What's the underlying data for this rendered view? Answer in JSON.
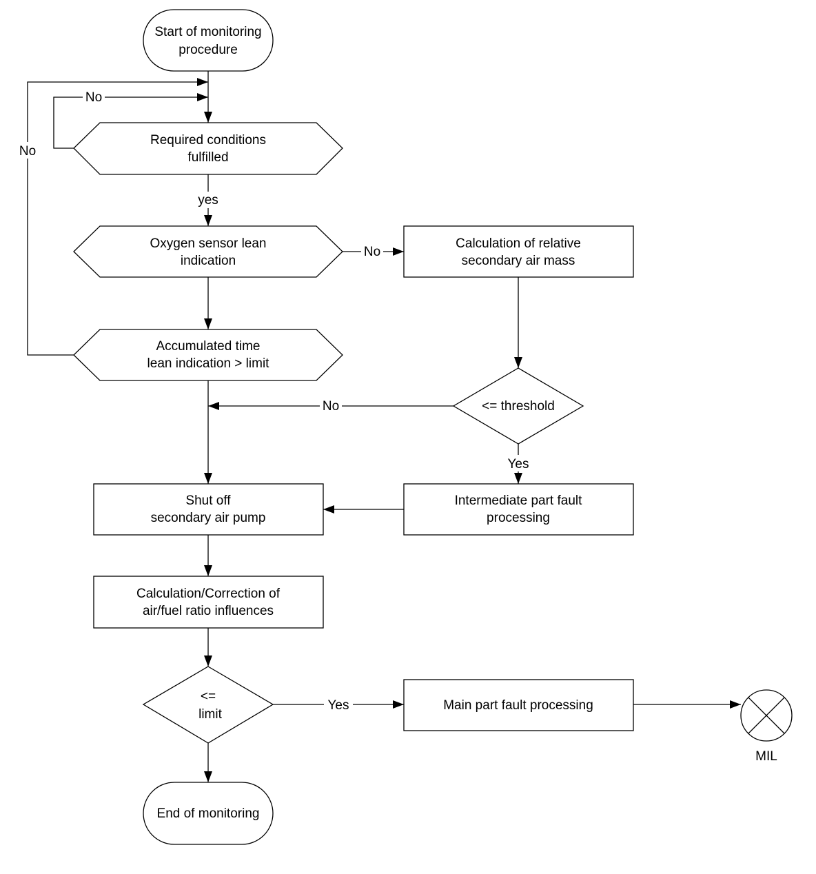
{
  "nodes": {
    "start": [
      "Start of monitoring",
      "procedure"
    ],
    "required": [
      "Required conditions",
      "fulfilled"
    ],
    "oxygen": [
      "Oxygen sensor lean",
      "indication"
    ],
    "calc_relative": [
      "Calculation of relative",
      "secondary air mass"
    ],
    "accumulated": [
      "Accumulated time",
      "lean indication > limit"
    ],
    "threshold": [
      "<= threshold"
    ],
    "shut_off": [
      "Shut off",
      "secondary air pump"
    ],
    "intermediate": [
      "Intermediate part fault",
      "processing"
    ],
    "correction": [
      "Calculation/Correction of",
      "air/fuel ratio influences"
    ],
    "limit": [
      "<=",
      "limit"
    ],
    "main_fault": [
      "Main part fault processing"
    ],
    "end": [
      "End of monitoring"
    ],
    "mil": [
      "MIL"
    ]
  },
  "edge_labels": {
    "no_outer": "No",
    "no_inner": "No",
    "yes_required": "yes",
    "no_oxygen": "No",
    "no_threshold": "No",
    "yes_threshold": "Yes",
    "yes_limit": "Yes"
  },
  "icons": {
    "mil": "crossed-circle-indicator-icon"
  }
}
